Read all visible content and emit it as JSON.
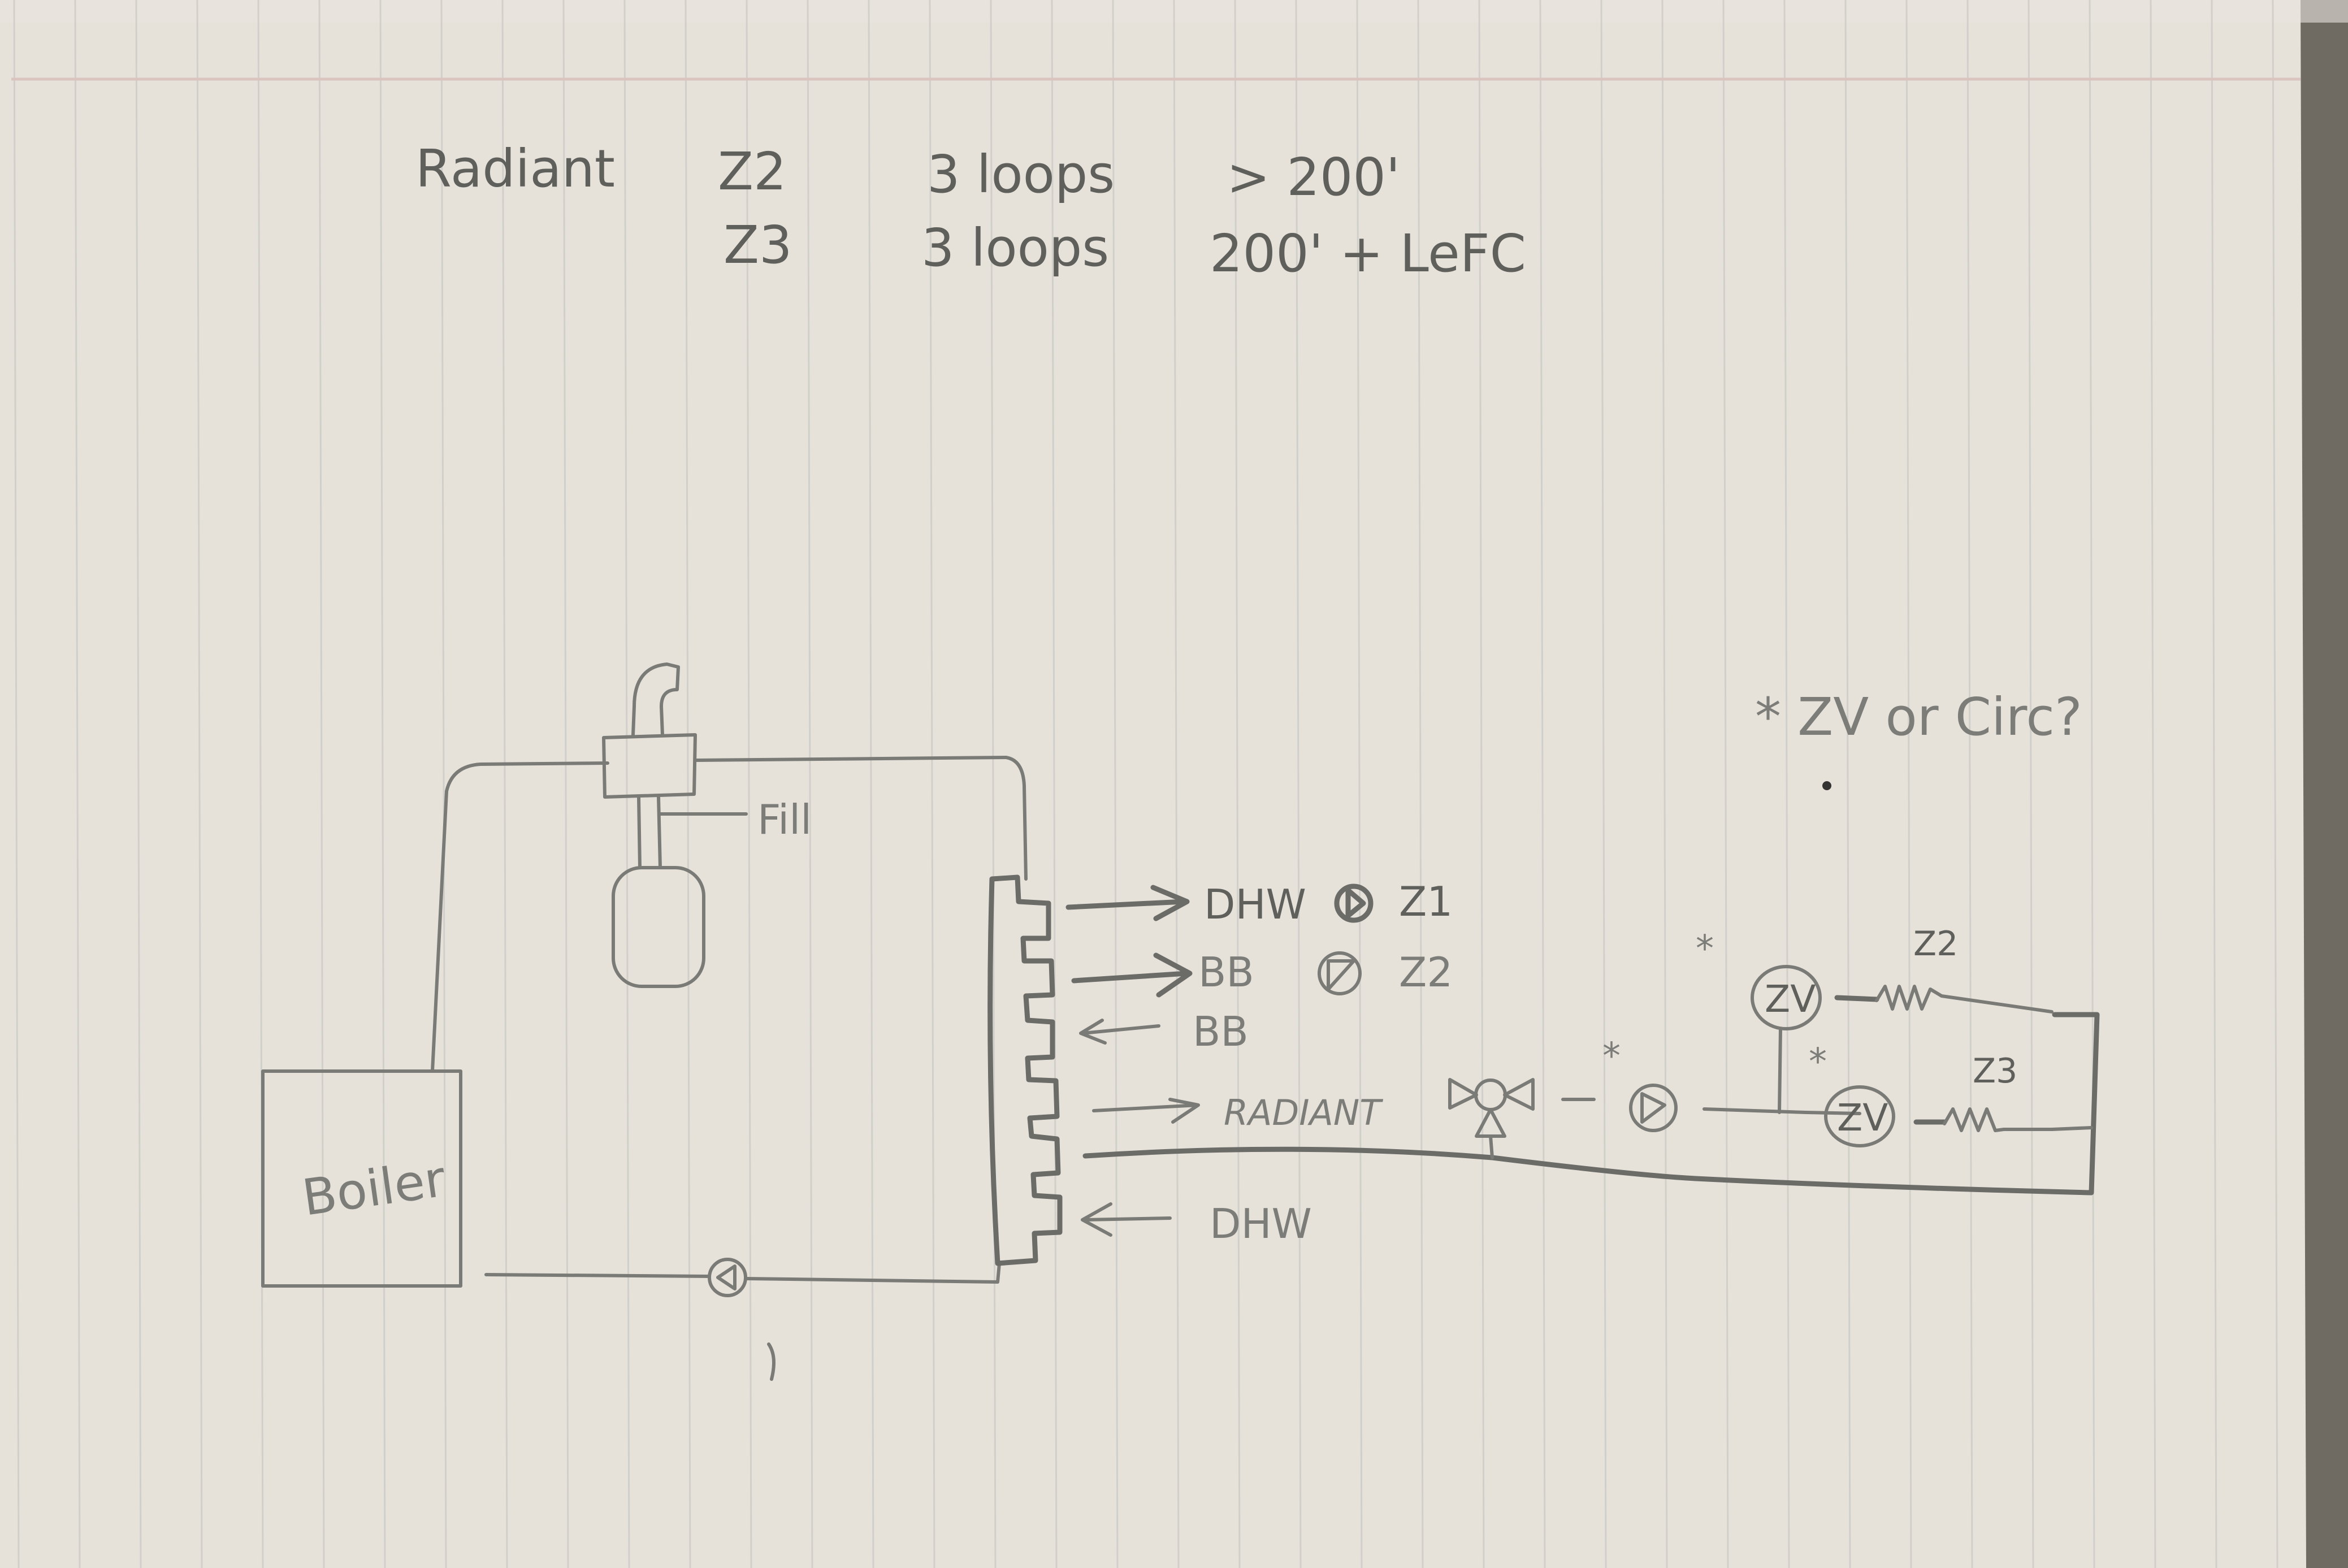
{
  "colors": {
    "paper": "#e6e2da",
    "paper_edge": "#dcd6cc",
    "rule_line": "#c9c8c4",
    "margin_line": "#d9c4c0",
    "pencil": "#6b6b68",
    "background": "#6f6a62"
  },
  "notes": {
    "header_label": "Radiant",
    "rows": [
      {
        "zone": "Z2",
        "loops": "3 loops",
        "length": "> 200'"
      },
      {
        "zone": "Z3",
        "loops": "3 loops",
        "length": "200' + LeFC"
      }
    ],
    "footnote": "* ZV or Circ?"
  },
  "components": {
    "boiler": {
      "label": "Boiler",
      "icon": "boiler-box"
    },
    "fill": {
      "label": "Fill"
    },
    "air_separator": {
      "icon": "air-separator-icon"
    },
    "expansion_tank": {
      "icon": "expansion-tank-icon"
    },
    "boiler_pump": {
      "icon": "circulator-pump-icon"
    },
    "manifold": {
      "icon": "header-manifold-icon"
    }
  },
  "manifold_ports": [
    {
      "direction": "out",
      "label": "DHW",
      "pump_icon": "circulator-pump-icon",
      "zone": "Z1"
    },
    {
      "direction": "out",
      "label": "BB",
      "pump_icon": "circulator-pump-icon",
      "zone": "Z2"
    },
    {
      "direction": "in",
      "label": "BB"
    },
    {
      "direction": "out",
      "label": "RADIANT"
    },
    {
      "direction": "in",
      "label": "DHW"
    }
  ],
  "radiant_branch": {
    "mixing_valve": {
      "icon": "three-way-mixing-valve-icon"
    },
    "pump": {
      "icon": "circulator-pump-icon",
      "marker": "*"
    },
    "zones": [
      {
        "valve_label": "ZV",
        "marker": "*",
        "zone": "Z2",
        "emitter_icon": "radiant-loop-icon"
      },
      {
        "valve_label": "ZV",
        "marker": "*",
        "zone": "Z3",
        "emitter_icon": "radiant-loop-icon"
      }
    ]
  }
}
